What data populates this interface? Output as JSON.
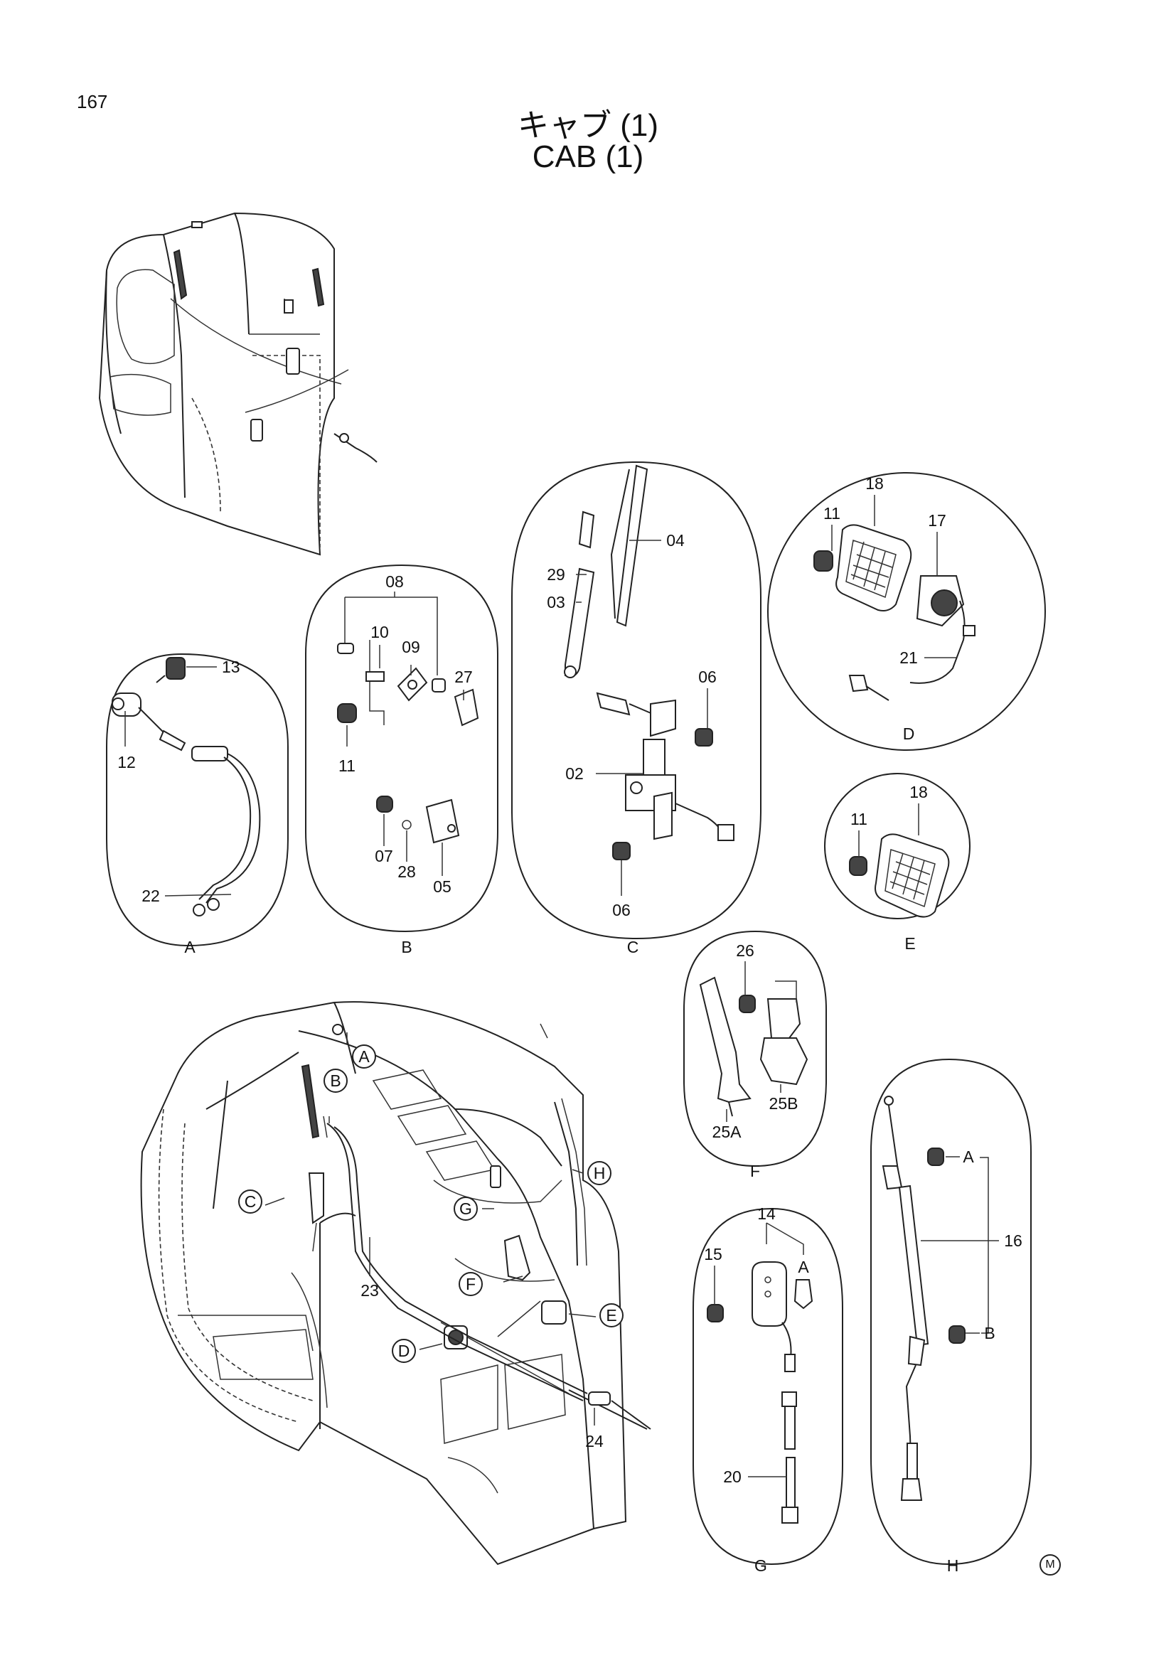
{
  "page": {
    "number": "167",
    "title_jp": "キャブ (1)",
    "title_en": "CAB (1)",
    "mark": "M"
  },
  "details": [
    {
      "letter": "A",
      "parts": [
        "13",
        "12",
        "22"
      ]
    },
    {
      "letter": "B",
      "parts": [
        "08",
        "10",
        "09",
        "27",
        "11",
        "07",
        "28",
        "05"
      ]
    },
    {
      "letter": "C",
      "parts": [
        "29",
        "03",
        "04",
        "06",
        "02",
        "06"
      ]
    },
    {
      "letter": "D",
      "parts": [
        "11",
        "18",
        "17",
        "21"
      ]
    },
    {
      "letter": "E",
      "parts": [
        "11",
        "18"
      ]
    },
    {
      "letter": "F",
      "parts": [
        "26",
        "25A",
        "25B"
      ]
    },
    {
      "letter": "G",
      "parts": [
        "14",
        "15",
        "A",
        "20"
      ]
    },
    {
      "letter": "H",
      "parts": [
        "A",
        "16",
        "B"
      ]
    }
  ],
  "cab_callouts": [
    "A",
    "B",
    "C",
    "G",
    "H",
    "F",
    "E",
    "D"
  ],
  "cab_parts": [
    "23",
    "24"
  ]
}
